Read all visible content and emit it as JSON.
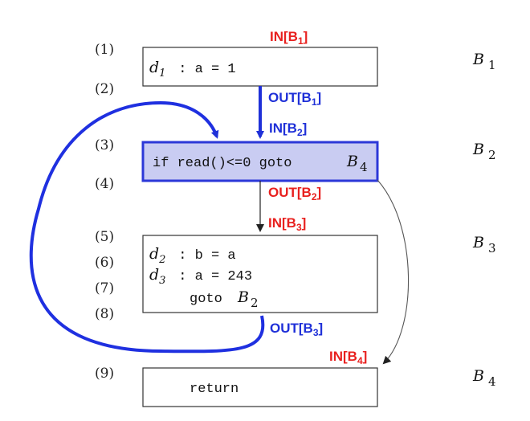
{
  "line_numbers": [
    "(1)",
    "(2)",
    "(3)",
    "(4)",
    "(5)",
    "(6)",
    "(7)",
    "(8)",
    "(9)"
  ],
  "blocks": {
    "b1": {
      "name": "B",
      "sub": "1",
      "code": [
        {
          "var": "d",
          "sub": "1",
          "text": " : a = 1"
        }
      ]
    },
    "b2": {
      "name": "B",
      "sub": "2",
      "code_prefix": "if read()<=0 goto ",
      "target": "B",
      "target_sub": "4"
    },
    "b3": {
      "name": "B",
      "sub": "3",
      "code": [
        {
          "var": "d",
          "sub": "2",
          "text": " : b = a"
        },
        {
          "var": "d",
          "sub": "3",
          "text": " : a = 243"
        }
      ],
      "goto_text": "goto ",
      "goto_target": "B",
      "goto_target_sub": "2"
    },
    "b4": {
      "name": "B",
      "sub": "4",
      "code": "return"
    }
  },
  "flow_labels": {
    "in_b1": {
      "prefix": "IN[B",
      "sub": "1",
      "suffix": "]"
    },
    "out_b1": {
      "prefix": "OUT[B",
      "sub": "1",
      "suffix": "]"
    },
    "in_b2": {
      "prefix": "IN[B",
      "sub": "2",
      "suffix": "]"
    },
    "out_b2": {
      "prefix": "OUT[B",
      "sub": "2",
      "suffix": "]"
    },
    "in_b3": {
      "prefix": "IN[B",
      "sub": "3",
      "suffix": "]"
    },
    "out_b3": {
      "prefix": "OUT[B",
      "sub": "3",
      "suffix": "]"
    },
    "in_b4": {
      "prefix": "IN[B",
      "sub": "4",
      "suffix": "]"
    }
  },
  "colors": {
    "in": "#e8211f",
    "out": "#1f30d8",
    "highlight_fill": "#c9ccf2",
    "highlight_stroke": "#2c38d8",
    "loop": "#1f30e0",
    "box": "#333333",
    "edge": "#555555"
  }
}
